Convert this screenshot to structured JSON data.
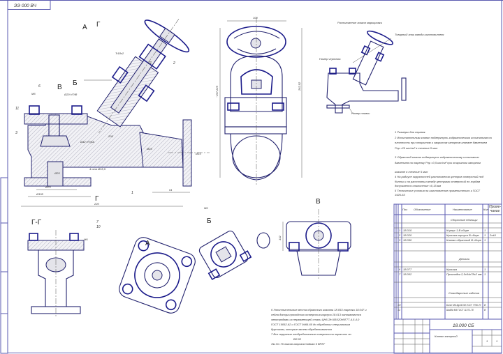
{
  "stamp": {
    "drawing_code": "ЭЭ 000 ВЧ"
  },
  "views": {
    "a": "А",
    "b": "Б",
    "v": "В",
    "g": "Г",
    "gg": "Г-Г"
  },
  "callouts": [
    "1",
    "2",
    "3",
    "6",
    "7",
    "10",
    "11"
  ],
  "dimensions": {
    "thread": "Tr18x2",
    "m6": "M6",
    "fit": "Ø20 H7/f8",
    "fit2": "Ø42 H7/js6",
    "d205": "205",
    "d25": "Ø25",
    "d15": "Ø15",
    "holes": "4 отв Ø15,5",
    "d73": "Ø73",
    "d105": "Ø105",
    "d220": "220",
    "d61": "61",
    "d100": "100",
    "d262": "262,52",
    "d267": "~267,225",
    "d50": "50",
    "d132": "132"
  },
  "marking": {
    "title": "Расположение знаков маркировки",
    "trademark": "Товарный знак завода изготовителя",
    "drawing_no": "Номер чертежа",
    "heat_no": "Номер плавки"
  },
  "notes": [
    "1 Размеры для справок",
    "2 Испытательным клапан подвергнуть гидравлическим испытаниям на",
    "плотность при открытом и закрытом запорном клапане давлением",
    "Pпр =20 кгс/см² в течение 5 мин",
    "3 Обратный клапан подвергнуть гидравлическому испытанию",
    "давлением на тарелку Pпр =0,5 кгс/см² при открытом запорном",
    "клапане в течение 5 мин",
    "4 На радиусе окружностей расположения центров отверстий под",
    "болты и на расстоянии между центрами отверстий по хордам",
    "допускается отклонение ±0,15 мм",
    "5 Технические условия на изготовление применительно к ГОСТ",
    "1926-63"
  ],
  "bottom_notes": [
    "6 Уплотнительные места обратного клапана 18.053 тарелки 18.047 и",
    "седла донора проходного отверстия корпуса 18.013 наплавляются",
    "электродами из нержавеющей стали ЦН6-ЭН-08Х20Н9Г7Т-4,5-4,0",
    "ГОСТ 10052-62 и ГОСТ 9466-60 до обработки специальным",
    "буртиком, которые затем обрабатываются",
    "7 Все наружные необработанные поверхности окрасить по",
    "ВЛ-02",
    "Эм ХС-76 лаково-морозостойкая 6 ВРКТ"
  ],
  "spec": {
    "headers": {
      "format": "Ф",
      "zone": "З",
      "pos": "Поз",
      "designation": "Обозначение",
      "name": "Наименование",
      "qty": "Кол",
      "note": "Приме-чание"
    },
    "sections": {
      "assemblies": "Сборочные единицы",
      "parts": "Детали",
      "standard": "Стандартные изделия"
    },
    "rows": [
      {
        "pos": "1",
        "designation": "18.010",
        "name": "Корпус 1 В сборе",
        "qty": "1",
        "note": ""
      },
      {
        "pos": "2",
        "designation": "18.020",
        "name": "Крышка корпуса В сборе",
        "qty": "1",
        "note": "2х44"
      },
      {
        "pos": "3",
        "designation": "18.050",
        "name": "Клапан обратный В сборе",
        "qty": "1",
        "note": ""
      },
      {
        "pos": "6",
        "designation": "18.077",
        "name": "Крышка",
        "qty": "1",
        "note": ""
      },
      {
        "pos": "7",
        "designation": "18.002",
        "name": "Прокладка 2,5х54х78х2 мм",
        "qty": "1",
        "note": ""
      },
      {
        "pos": "10",
        "designation": "",
        "name": "Болт М6-6gх30.58 ГОСТ 7796-70",
        "qty": "8",
        "note": ""
      },
      {
        "pos": "11",
        "designation": "",
        "name": "Шайба М6 ГОСТ 11371-78",
        "qty": "8",
        "note": ""
      }
    ]
  },
  "title_block": {
    "code": "18.000 СБ",
    "name": "Клапан запорный",
    "sheet": "1",
    "sheets": "1"
  },
  "colors": {
    "outline": "#22226e",
    "frame": "#5a5ab0"
  }
}
